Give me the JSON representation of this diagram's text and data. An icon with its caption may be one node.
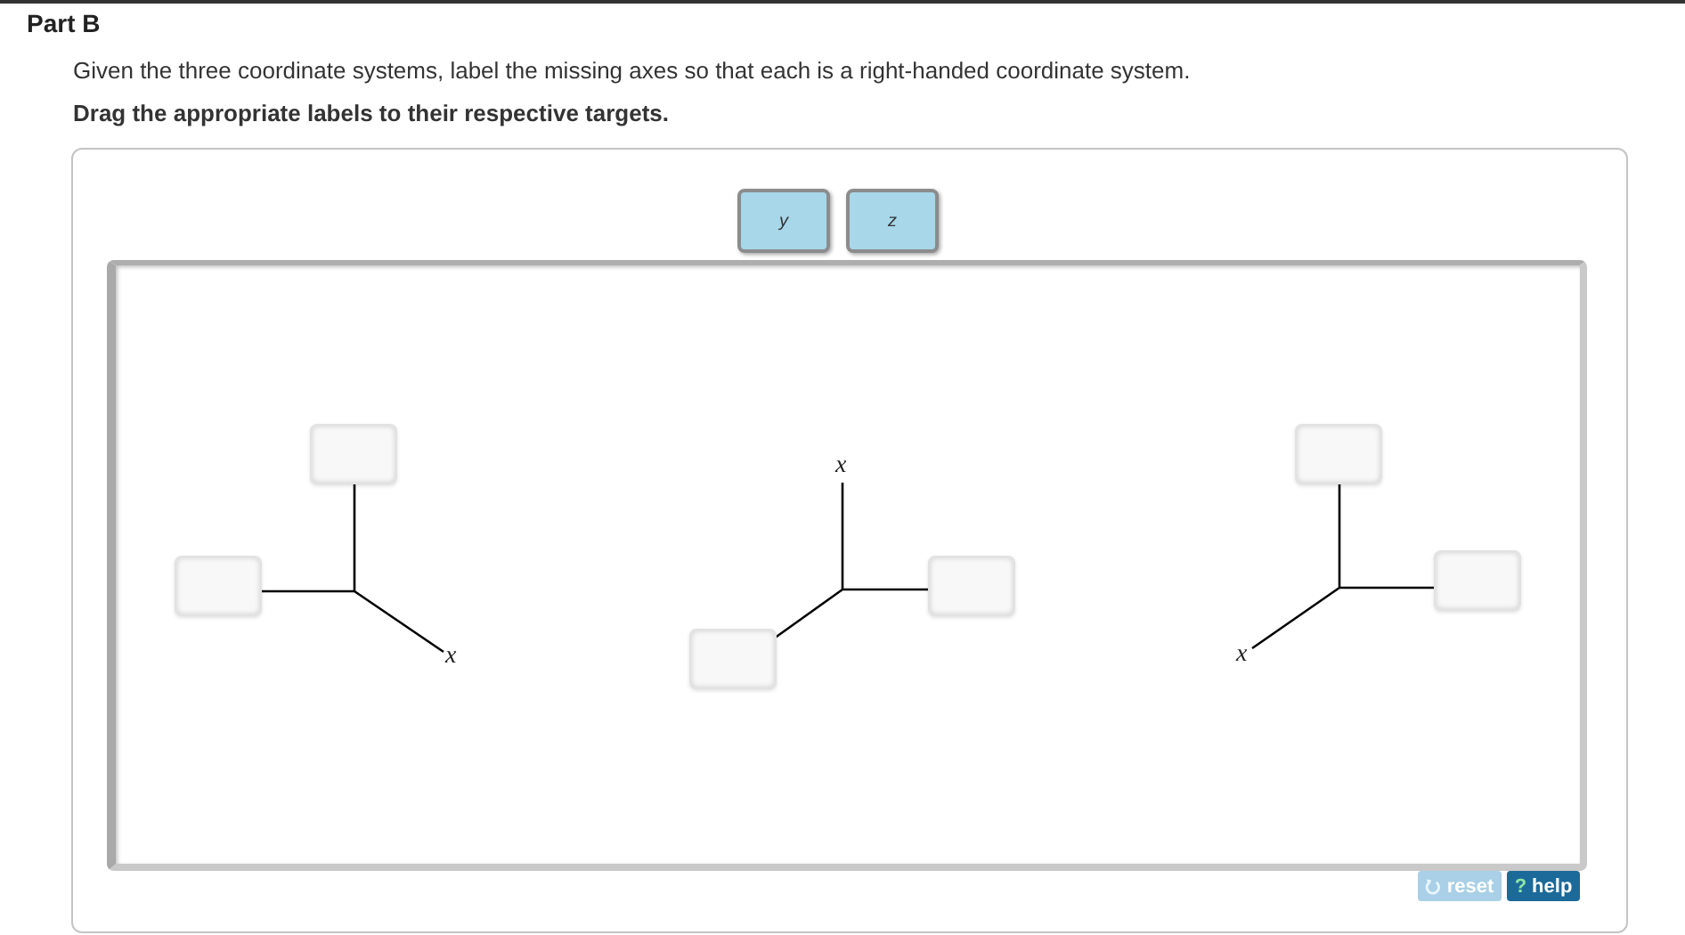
{
  "diagram": {
    "title": "Part B",
    "nodes": [
      {
        "text": [
          "y"
        ]
      },
      {
        "text": [
          "z"
        ]
      },
      {
        "text": [],
        "shape": "box"
      },
      {
        "text": [],
        "shape": "box"
      },
      {
        "text": [],
        "shape": "box"
      },
      {
        "text": [],
        "shape": "box"
      },
      {
        "text": [],
        "shape": "box"
      },
      {
        "text": [],
        "shape": "box"
      }
    ],
    "labels": [
      "Given the three coordinate systems, label the missing axes so that each is a right-handed coordinate system.",
      "Drag the appropriate labels to their respective targets.",
      "x",
      "x",
      "x",
      "reset",
      "? help"
    ]
  }
}
